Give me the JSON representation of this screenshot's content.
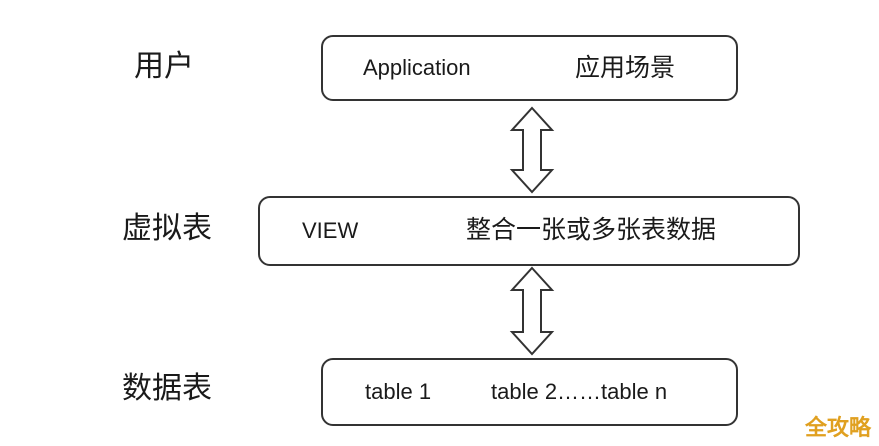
{
  "layers": [
    {
      "label": "用户",
      "box_left": "Application",
      "box_right": "应用场景"
    },
    {
      "label": "虚拟表",
      "box_left": "VIEW",
      "box_right": "整合一张或多张表数据"
    },
    {
      "label": "数据表",
      "box_left": "table 1",
      "box_right": "table 2……table n"
    }
  ],
  "watermark": "全攻略",
  "colors": {
    "border": "#333333",
    "watermark": "#e0a020"
  }
}
